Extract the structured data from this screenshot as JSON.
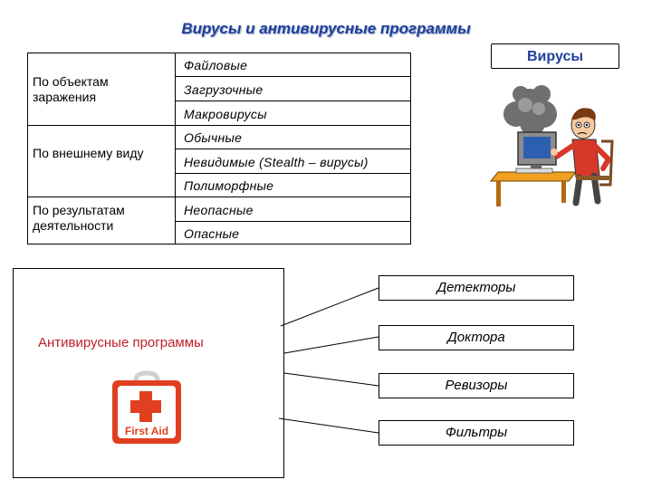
{
  "title": "Вирусы и антивирусные программы",
  "viruses_label": "Вирусы",
  "categories": [
    {
      "label": "По объектам заражения",
      "items": [
        "Файловые",
        "Загрузочные",
        "Макровирусы"
      ]
    },
    {
      "label": "По внешнему виду",
      "items": [
        "Обычные",
        "Невидимые (Stealth – вирусы)",
        "Полиморфные"
      ]
    },
    {
      "label": "По результатам деятельности",
      "items": [
        "Неопасные",
        "Опасные"
      ]
    }
  ],
  "antivirus": {
    "label": "Антивирусные программы",
    "types": [
      "Детекторы",
      "Доктора",
      "Ревизоры",
      "Фильтры"
    ]
  },
  "first_aid_text": "First Aid",
  "colors": {
    "title": "#1f3f9a",
    "antivirus": "#c0202a",
    "kit": "#e04020"
  },
  "icons": [
    "worried-user-computer-illustration",
    "first-aid-kit-icon"
  ]
}
